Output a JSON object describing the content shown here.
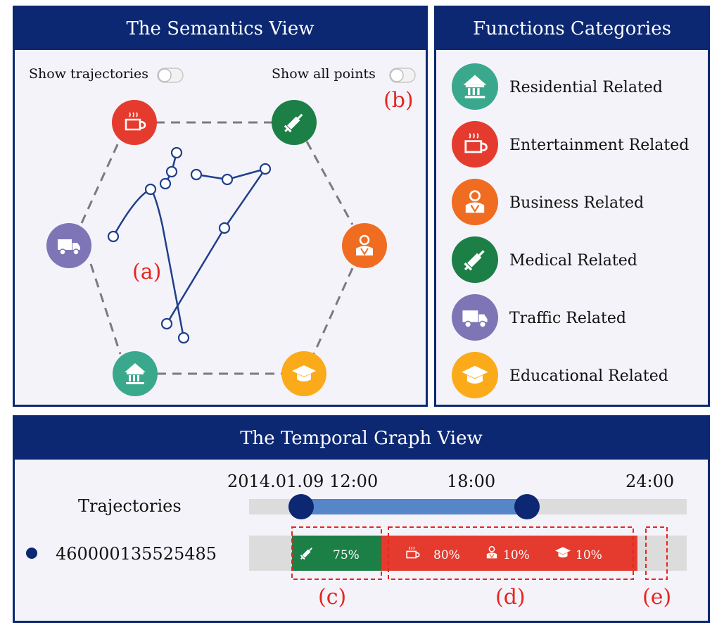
{
  "semantics": {
    "title": "The Semantics View",
    "show_trajectories_label": "Show trajectories",
    "show_all_points_label": "Show all points",
    "label_a": "(a)",
    "label_b": "(b)",
    "nodes": [
      {
        "id": "entertainment",
        "icon": "coffee-cup-icon",
        "color": "#e53b2e"
      },
      {
        "id": "medical",
        "icon": "syringe-icon",
        "color": "#1b7f46"
      },
      {
        "id": "business",
        "icon": "person-icon",
        "color": "#ef6c21"
      },
      {
        "id": "educational",
        "icon": "graduation-cap-icon",
        "color": "#fbab1a"
      },
      {
        "id": "residential",
        "icon": "house-icon",
        "color": "#3aa88c"
      },
      {
        "id": "traffic",
        "icon": "truck-icon",
        "color": "#7d75b6"
      }
    ]
  },
  "categories": {
    "title": "Functions Categories",
    "items": [
      {
        "label": "Residential Related",
        "icon": "house-icon",
        "color": "#3aa88c"
      },
      {
        "label": "Entertainment Related",
        "icon": "coffee-cup-icon",
        "color": "#e53b2e"
      },
      {
        "label": "Business Related",
        "icon": "person-icon",
        "color": "#ef6c21"
      },
      {
        "label": "Medical Related",
        "icon": "syringe-icon",
        "color": "#1b7f46"
      },
      {
        "label": "Traffic Related",
        "icon": "truck-icon",
        "color": "#7d75b6"
      },
      {
        "label": "Educational Related",
        "icon": "graduation-cap-icon",
        "color": "#fbab1a"
      }
    ]
  },
  "temporal": {
    "title": "The Temporal Graph View",
    "time_start": "2014.01.09 12:00",
    "time_mid": "18:00",
    "time_end": "24:00",
    "trajectories_header": "Trajectories",
    "trajectory_id": "460000135525485",
    "segments": [
      {
        "pct": "75%",
        "icon": "syringe-icon",
        "color": "#1b7f46"
      },
      {
        "pct": "80%",
        "icon": "coffee-cup-icon",
        "color": "#e53b2e"
      },
      {
        "pct": "10%",
        "icon": "person-icon",
        "color": "#e53b2e"
      },
      {
        "pct": "10%",
        "icon": "graduation-cap-icon",
        "color": "#e53b2e"
      }
    ],
    "label_c": "(c)",
    "label_d": "(d)",
    "label_e": "(e)"
  },
  "colors": {
    "header_bg": "#0c2872",
    "annotation_red": "#e8251f",
    "trajectory_blue": "#1f3f8a",
    "range_fill": "#5685c8"
  }
}
